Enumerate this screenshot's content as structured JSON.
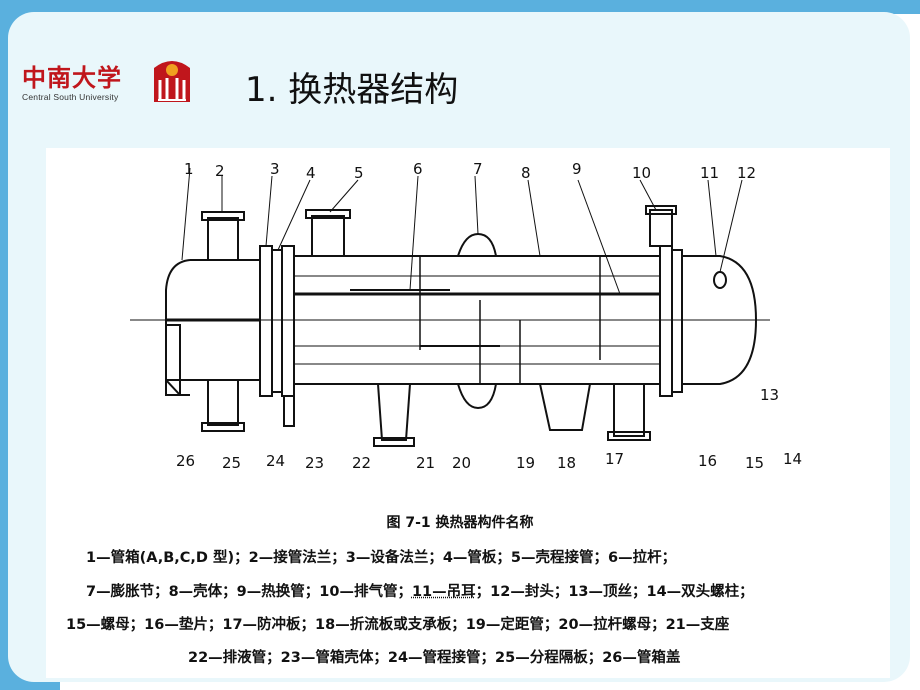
{
  "header": {
    "logo_text": "中南大学",
    "logo_subtitle": "Central South University",
    "title": "1. 换热器结构"
  },
  "figure": {
    "part_numbers_top": [
      "1",
      "2",
      "3",
      "4",
      "5",
      "6",
      "7",
      "8",
      "9",
      "10",
      "11",
      "12"
    ],
    "part_numbers_bottom": [
      "26",
      "25",
      "24",
      "23",
      "22",
      "21",
      "20",
      "19",
      "18",
      "17",
      "16",
      "15",
      "14"
    ],
    "part_number_right": "13",
    "caption": "图 7-1    换热器构件名称"
  },
  "legend": {
    "line1": "1—管箱(A,B,C,D 型)；2—接管法兰；3—设备法兰；4—管板；5—壳程接管；6—拉杆；",
    "line2_a": "7—膨胀节；8—壳体；9—热换管；10—排气管；",
    "line2_b": "11—吊耳",
    "line2_c": "；12—封头；13—顶丝；14—双头螺柱；",
    "line3": "15—螺母；16—垫片；17—防冲板；18—折流板或支承板；19—定距管；20—拉杆螺母；21—支座",
    "line4": "22—排液管；23—管箱壳体；24—管程接管；25—分程隔板；26—管箱盖"
  }
}
